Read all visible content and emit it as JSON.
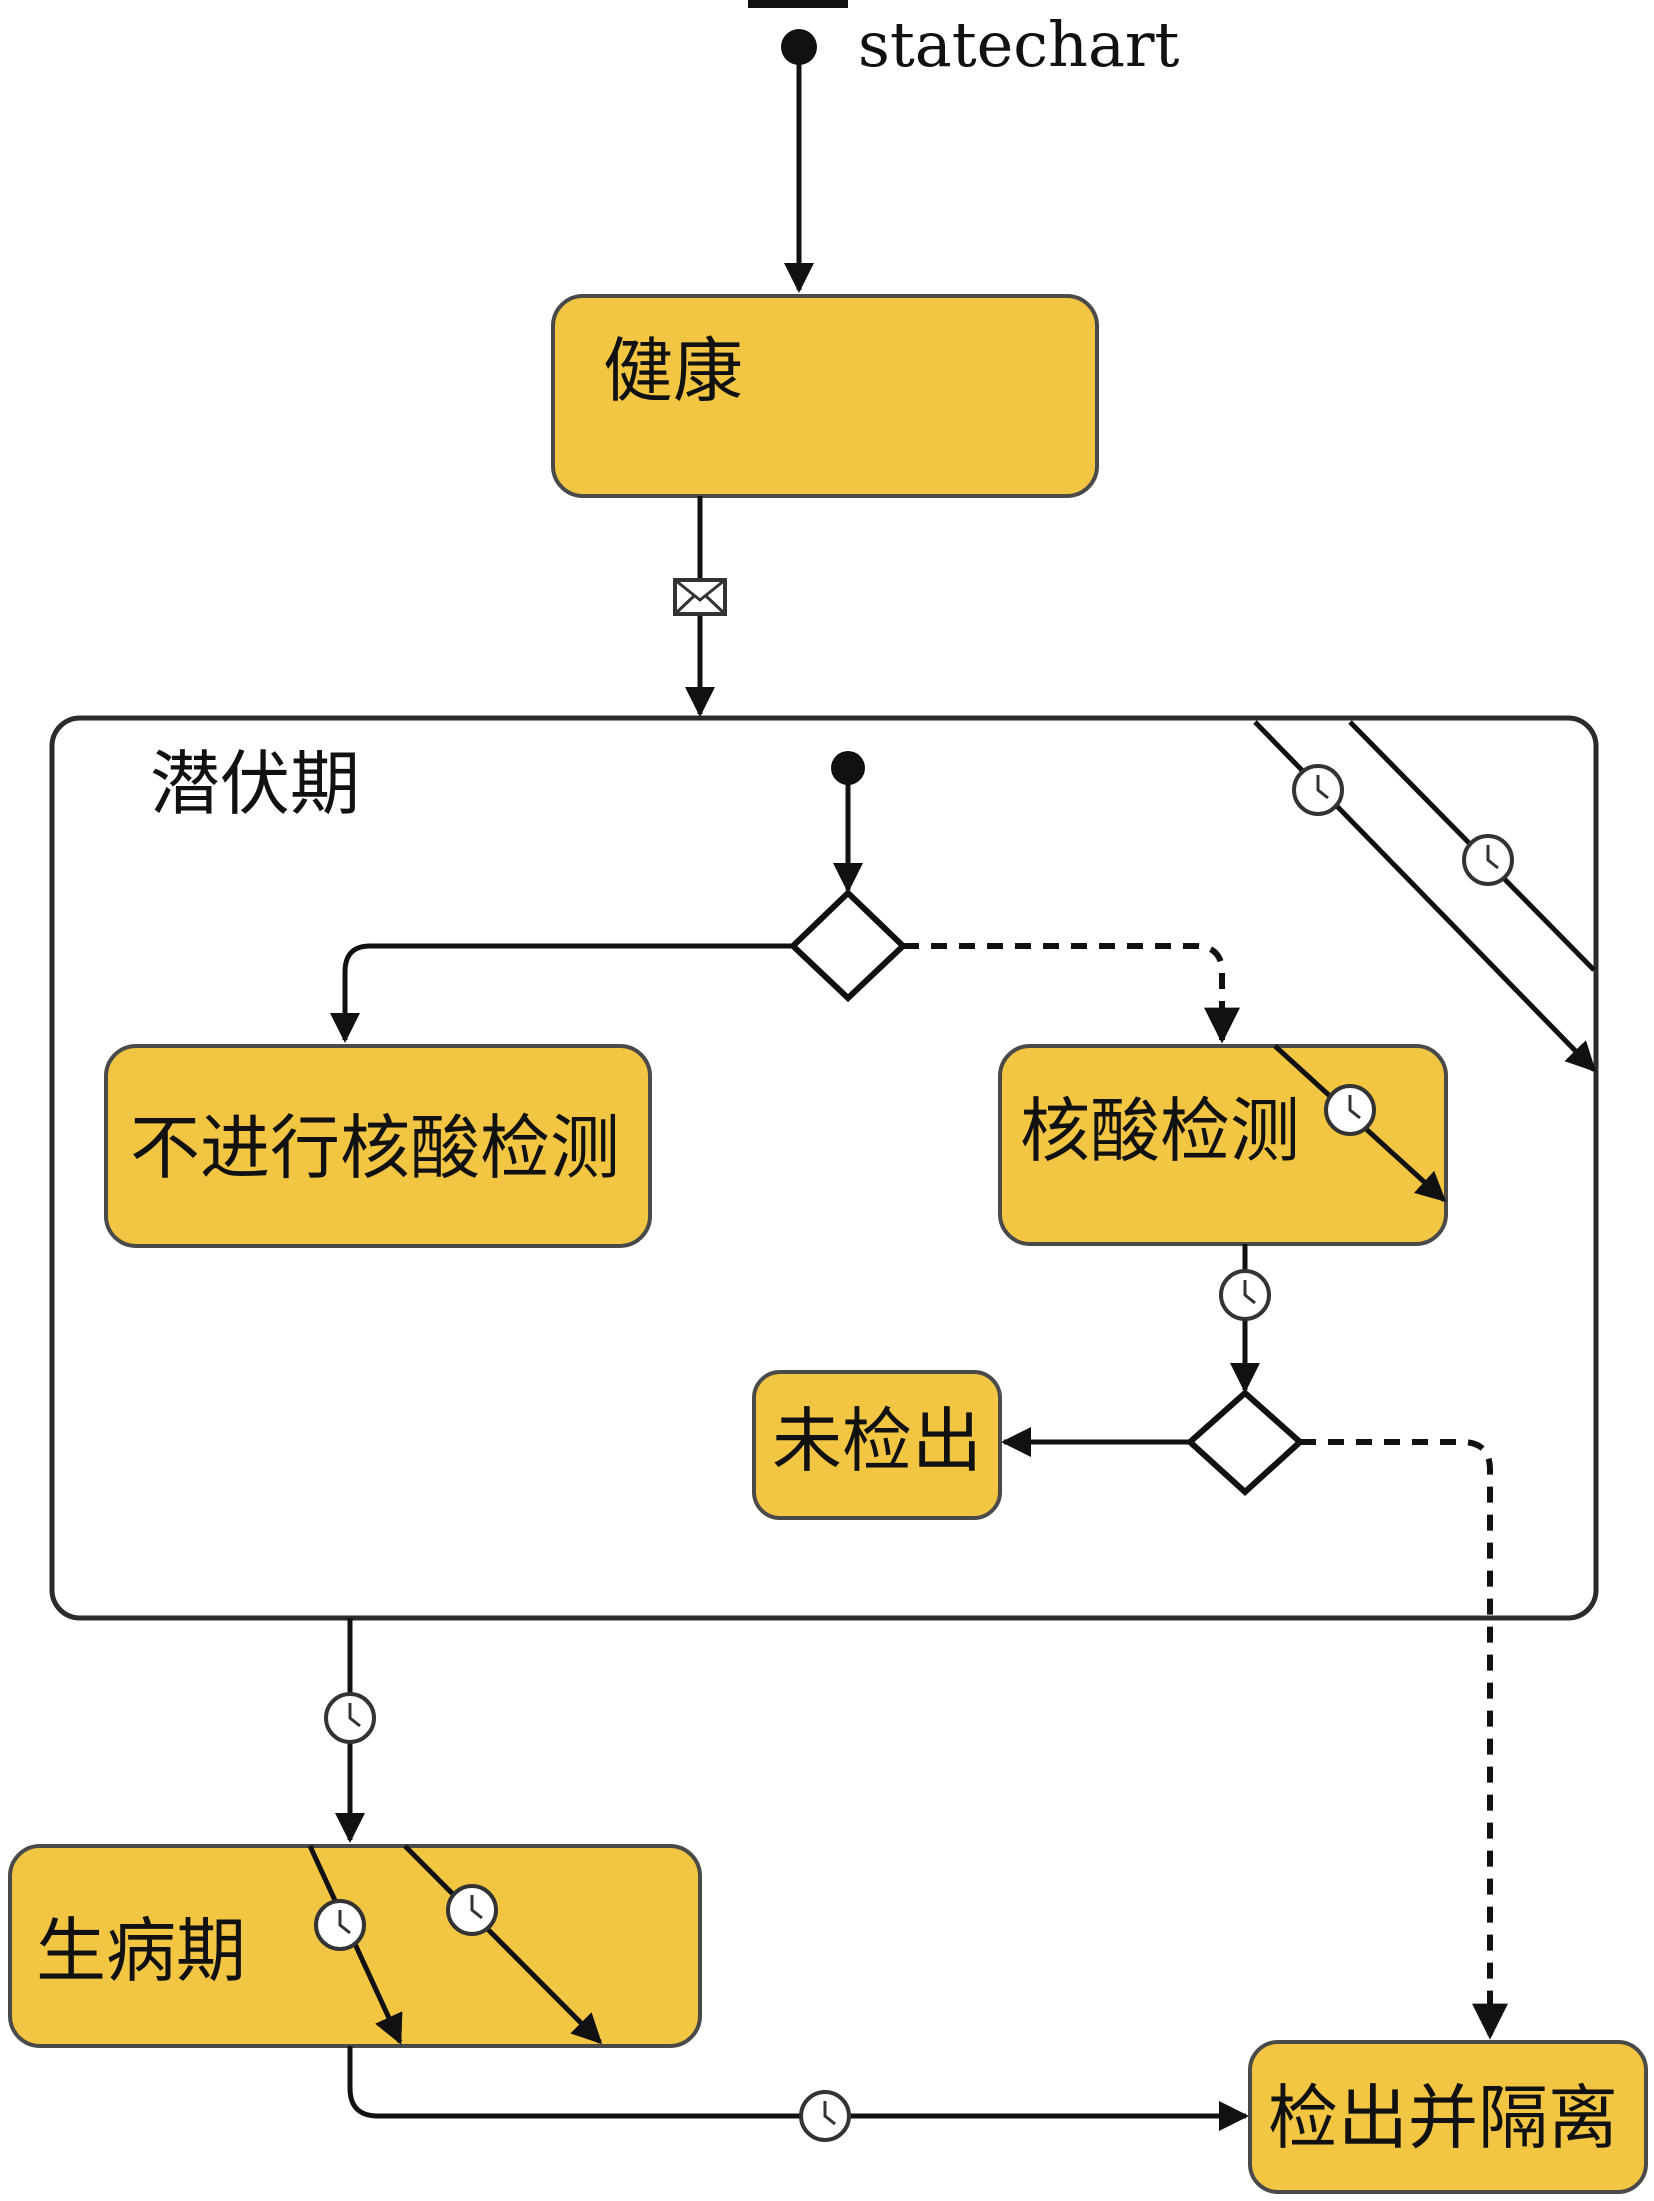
{
  "diagram": {
    "title": "statechart",
    "states": {
      "healthy": "健康",
      "incubation": "潜伏期",
      "no_test": "不进行核酸检测",
      "test": "核酸检测",
      "not_detected": "未检出",
      "sick": "生病期",
      "detected_isolated": "检出并隔离"
    },
    "icons": {
      "message": "envelope-icon",
      "timeout": "clock-icon",
      "initial": "initial-state-dot",
      "decision": "decision-diamond"
    }
  }
}
